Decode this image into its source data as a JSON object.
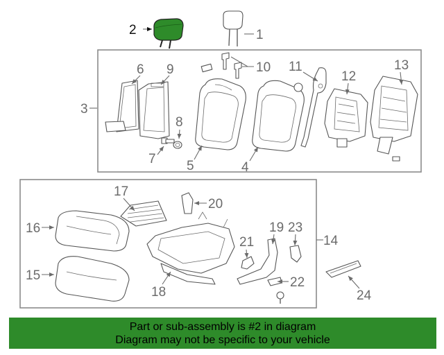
{
  "diagram": {
    "callouts": {
      "c1": "1",
      "c2": "2",
      "c3": "3",
      "c4": "4",
      "c5": "5",
      "c6": "6",
      "c7": "7",
      "c8": "8",
      "c9": "9",
      "c10": "10",
      "c11": "11",
      "c12": "12",
      "c13": "13",
      "c14": "14",
      "c15": "15",
      "c16": "16",
      "c17": "17",
      "c18": "18",
      "c19": "19",
      "c20": "20",
      "c21": "21",
      "c22": "22",
      "c23": "23",
      "c24": "24"
    },
    "highlight_color": "#2e8b2a"
  },
  "banner": {
    "line1": "Part or sub-assembly is #2 in diagram",
    "line2": "Diagram may not be specific to your vehicle",
    "background": "#2e8b2a"
  }
}
